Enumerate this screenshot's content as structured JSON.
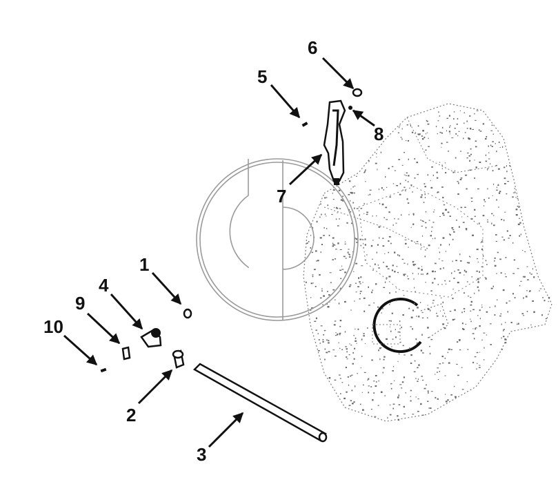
{
  "diagram": {
    "callouts": [
      {
        "id": "1",
        "label": "1"
      },
      {
        "id": "2",
        "label": "2"
      },
      {
        "id": "3",
        "label": "3"
      },
      {
        "id": "4",
        "label": "4"
      },
      {
        "id": "5",
        "label": "5"
      },
      {
        "id": "6",
        "label": "6"
      },
      {
        "id": "7",
        "label": "7"
      },
      {
        "id": "8",
        "label": "8"
      },
      {
        "id": "9",
        "label": "9"
      },
      {
        "id": "10",
        "label": "10"
      }
    ],
    "watermark": "gd-logo",
    "colors": {
      "ink": "#111111",
      "stipple": "#6a6a6a",
      "watermark": "#9a9a9a",
      "background": "#ffffff"
    }
  }
}
